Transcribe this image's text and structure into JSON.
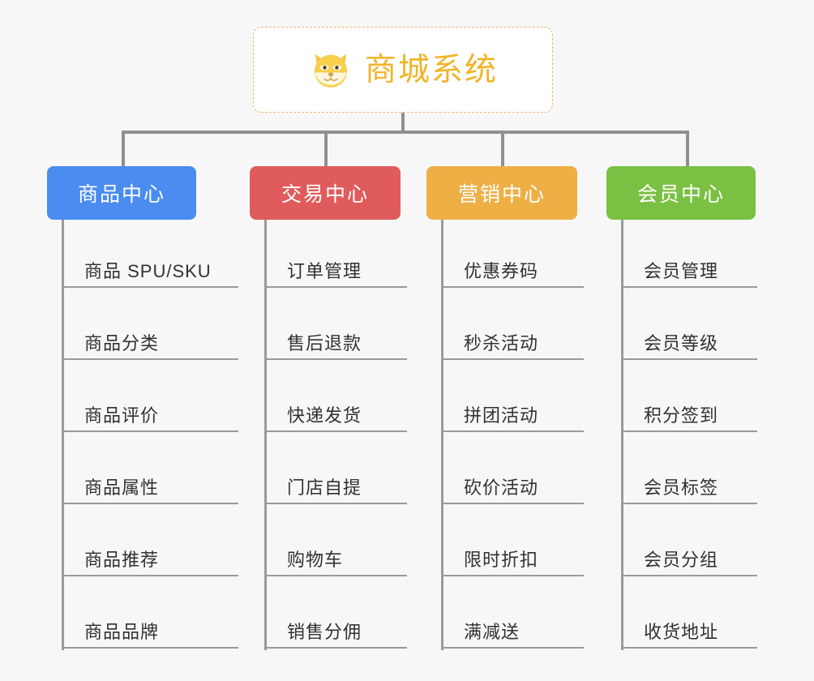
{
  "root": {
    "title": "商城系统",
    "icon": "shiba-dog-icon",
    "title_color": "#f0b429",
    "border_color": "#e8b96a"
  },
  "connector_color": "#909090",
  "columns": [
    {
      "name": "product-center",
      "label": "商品中心",
      "color": "#4a8cf0",
      "items": [
        "商品 SPU/SKU",
        "商品分类",
        "商品评价",
        "商品属性",
        "商品推荐",
        "商品品牌"
      ]
    },
    {
      "name": "trade-center",
      "label": "交易中心",
      "color": "#e05c5c",
      "items": [
        "订单管理",
        "售后退款",
        "快递发货",
        "门店自提",
        "购物车",
        "销售分佣"
      ]
    },
    {
      "name": "marketing-center",
      "label": "营销中心",
      "color": "#eeaf45",
      "items": [
        "优惠券码",
        "秒杀活动",
        "拼团活动",
        "砍价活动",
        "限时折扣",
        "满减送"
      ]
    },
    {
      "name": "member-center",
      "label": "会员中心",
      "color": "#7ac043",
      "items": [
        "会员管理",
        "会员等级",
        "积分签到",
        "会员标签",
        "会员分组",
        "收货地址"
      ]
    }
  ]
}
